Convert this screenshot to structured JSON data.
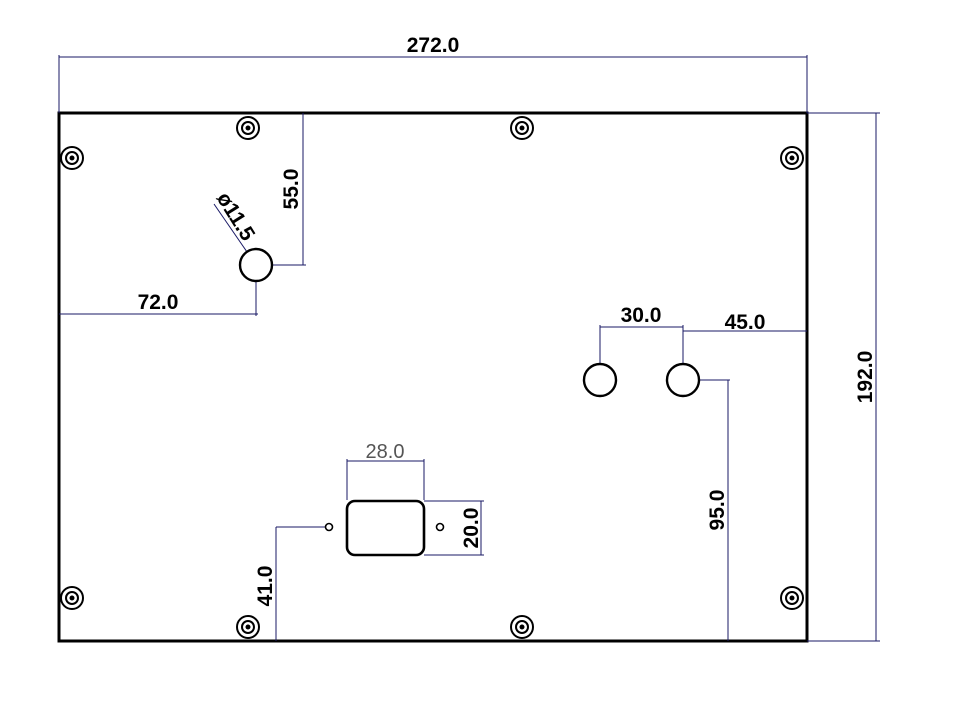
{
  "colors": {
    "outline": "#000000",
    "extension_lines": "#1a1a66",
    "light_label": "#555555"
  },
  "dimensions": {
    "overall_width": "272.0",
    "overall_height": "192.0",
    "hole_from_top": "55.0",
    "hole_from_left": "72.0",
    "hole_diameter": "ø11.5",
    "hole_spacing": "30.0",
    "right_hole_offset": "45.0",
    "right_hole_from_bottom": "95.0",
    "slot_width": "28.0",
    "slot_height": "20.0",
    "slot_from_bottom": "41.0"
  },
  "icons": {
    "mounting_screw": "screw-icon"
  }
}
